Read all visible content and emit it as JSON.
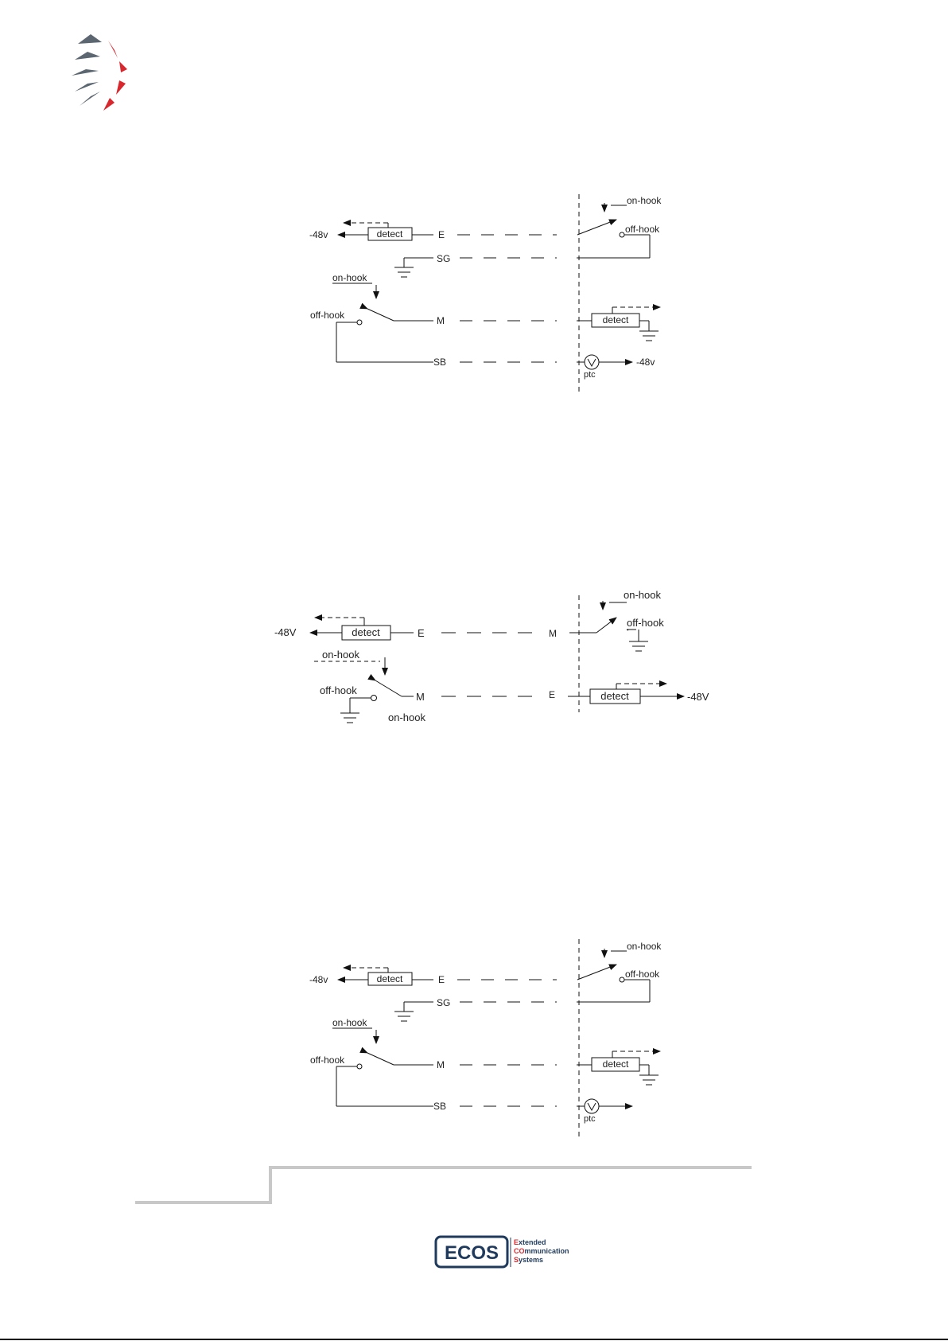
{
  "diagrams": [
    {
      "left": {
        "voltage": "-48v",
        "detect": "detect",
        "lines": [
          "E",
          "SG",
          "M",
          "SB"
        ],
        "on_hook": "on-hook",
        "off_hook": "off-hook"
      },
      "right": {
        "on_hook": "on-hook",
        "off_hook": "off-hook",
        "detect": "detect",
        "ptc": "ptc",
        "voltage": "-48v"
      }
    },
    {
      "left": {
        "voltage": "-48V",
        "detect": "detect",
        "line_e": "E",
        "on_hook_top": "on-hook",
        "off_hook": "off-hook",
        "line_m": "M",
        "on_hook_bottom": "on-hook"
      },
      "right": {
        "line_m": "M",
        "line_e": "E",
        "on_hook": "on-hook",
        "off_hook": "off-hook",
        "detect": "detect",
        "voltage": "-48V"
      }
    },
    {
      "left": {
        "voltage": "-48v",
        "detect": "detect",
        "lines": [
          "E",
          "SG",
          "M",
          "SB"
        ],
        "on_hook": "on-hook",
        "off_hook": "off-hook"
      },
      "right": {
        "on_hook": "on-hook",
        "off_hook": "off-hook",
        "detect": "detect",
        "ptc": "ptc"
      }
    }
  ],
  "footer": {
    "logo_text": "ECOS",
    "logo_lines": [
      {
        "accent": "E",
        "rest": "xtended"
      },
      {
        "accent": "CO",
        "rest": "mmunication"
      },
      {
        "accent": "S",
        "rest": "ystems"
      }
    ]
  },
  "colors": {
    "brand_red": "#d8282e",
    "brand_gray": "#5b6670",
    "ecos_blue": "#1f3a5c",
    "rule_gray": "#c8c8c8"
  }
}
